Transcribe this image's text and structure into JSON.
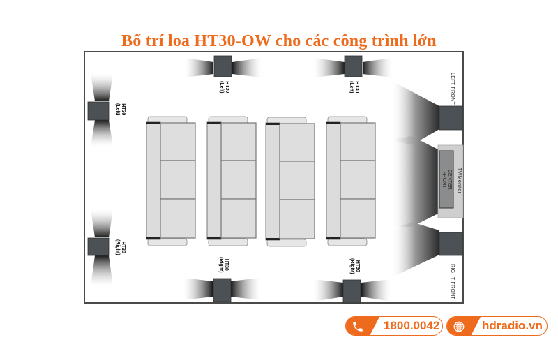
{
  "title": "Bố trí loa HT30-OW cho các công trình lớn",
  "diagram": {
    "speakers": {
      "side_left": {
        "label": "HT30",
        "sub": "(Left)"
      },
      "side_right": {
        "label": "HT30",
        "sub": "(Right)"
      },
      "top_left_1": {
        "label": "HT30",
        "sub": "(Left)"
      },
      "top_left_2": {
        "label": "HT30",
        "sub": "(Left)"
      },
      "bottom_right_1": {
        "label": "HT30",
        "sub": "(Right)"
      },
      "bottom_right_2": {
        "label": "HT30",
        "sub": "(Right)"
      }
    },
    "front": {
      "left_front": "LEFT FRONT",
      "right_front": "RIGHT FRONT",
      "tv_monitor": "TV/Monitor",
      "center_front_line1": "CENTER",
      "center_front_line2": "FRONT"
    },
    "sofa_count": 4
  },
  "contact": {
    "phone": "1800.0042",
    "website": "hdradio.vn",
    "phone_icon": "phone-icon",
    "web_icon": "globe-icon"
  },
  "colors": {
    "accent": "#ee6a1c",
    "speaker": "#4b5155",
    "sofa": "#dcdcdc",
    "wall": "#4a4a48"
  }
}
